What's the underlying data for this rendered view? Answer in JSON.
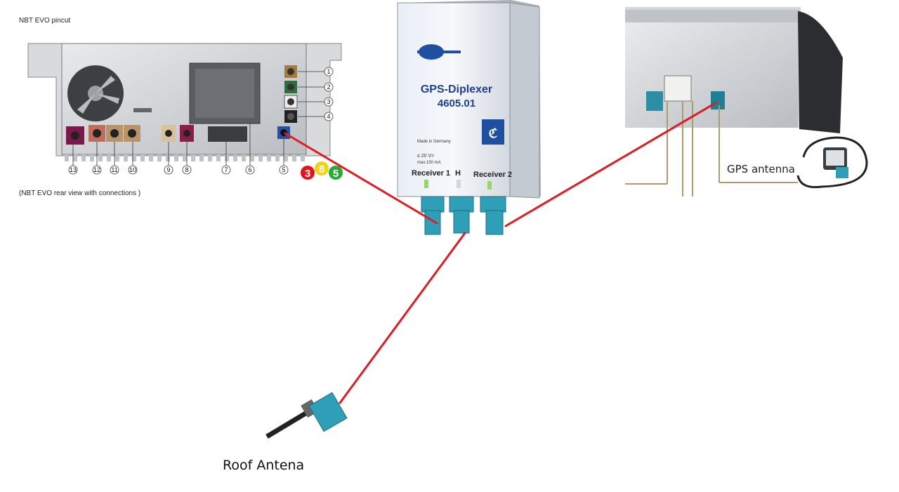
{
  "head_unit": {
    "title": "NBT EVO pincut",
    "subtitle": "(NBT EVO rear view with connections )",
    "pins_top_right": [
      "1",
      "2",
      "3",
      "4"
    ],
    "pins_bottom": [
      "13",
      "12",
      "11",
      "10",
      "9",
      "8",
      "7",
      "6",
      "5"
    ],
    "highlight_digits": [
      "3",
      "8",
      "5"
    ]
  },
  "diplexer": {
    "title": "GPS-Diplexer",
    "model": "4605.01",
    "made_in": "Made in Germany",
    "spec_line1": "≤ 20 V=",
    "spec_line2": "max.150 mA",
    "port_left": "Receiver 1",
    "port_mid": "H",
    "port_right": "Receiver 2"
  },
  "gps": {
    "label": "GPS antenna"
  },
  "roof": {
    "label": "Roof Antena"
  },
  "colors": {
    "wire": "#e11b22",
    "fakra_blue": "#2f9fb7",
    "digit_red": "#e3141b",
    "digit_yellow": "#f2d21a",
    "digit_green": "#2aa839"
  }
}
